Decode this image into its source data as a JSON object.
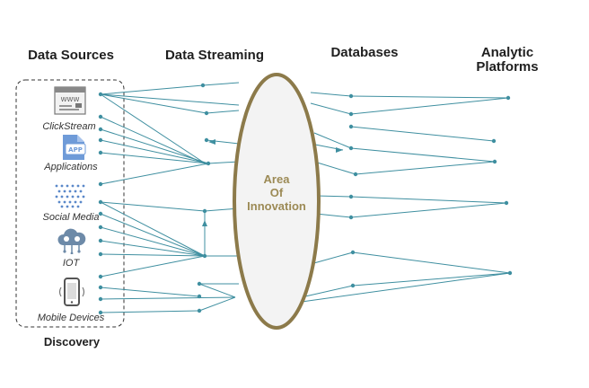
{
  "headers": {
    "data_sources": "Data Sources",
    "data_streaming": "Data Streaming",
    "databases": "Databases",
    "analytic_platforms_line1": "Analytic",
    "analytic_platforms_line2": "Platforms"
  },
  "sources": [
    {
      "label": "ClickStream",
      "icon": "web-page-icon"
    },
    {
      "label": "Applications",
      "icon": "app-icon"
    },
    {
      "label": "Social Media",
      "icon": "dot-grid-icon"
    },
    {
      "label": "IOT",
      "icon": "cloud-network-icon"
    },
    {
      "label": "Mobile Devices",
      "icon": "smartphone-icon"
    }
  ],
  "discovery_label": "Discovery",
  "center_label": {
    "line1": "Area",
    "line2": "Of",
    "line3": "Innovation"
  },
  "colors": {
    "line": "#3f8fa0",
    "ellipse_stroke": "#8c7a4a",
    "ellipse_fill": "#f3f3f3",
    "center_text": "#9c8a55"
  }
}
